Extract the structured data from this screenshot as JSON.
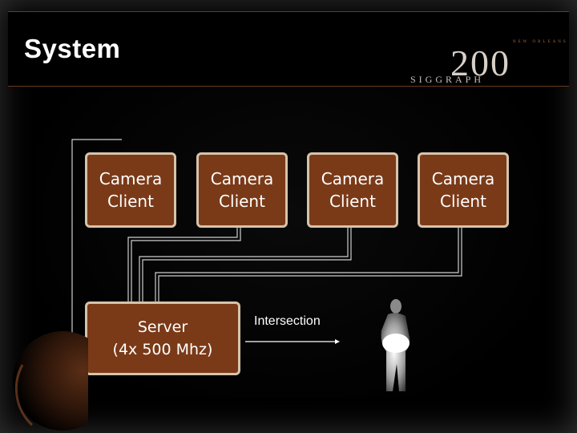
{
  "slide": {
    "title": "System"
  },
  "logo": {
    "top_text": "NEW ORLEANS",
    "year": "200",
    "bottom_text": "SIGGRAPH"
  },
  "diagram": {
    "cameras": [
      {
        "line1": "Camera",
        "line2": "Client"
      },
      {
        "line1": "Camera",
        "line2": "Client"
      },
      {
        "line1": "Camera",
        "line2": "Client"
      },
      {
        "line1": "Camera",
        "line2": "Client"
      }
    ],
    "server": {
      "line1": "Server",
      "line2": "(4x 500 Mhz)"
    },
    "arrow_label": "Intersection"
  },
  "colors": {
    "box_fill": "#7a3a18",
    "box_border": "#d6c3aa",
    "title_rule": "#6a3a1e",
    "connector": "#cfcfcf"
  }
}
